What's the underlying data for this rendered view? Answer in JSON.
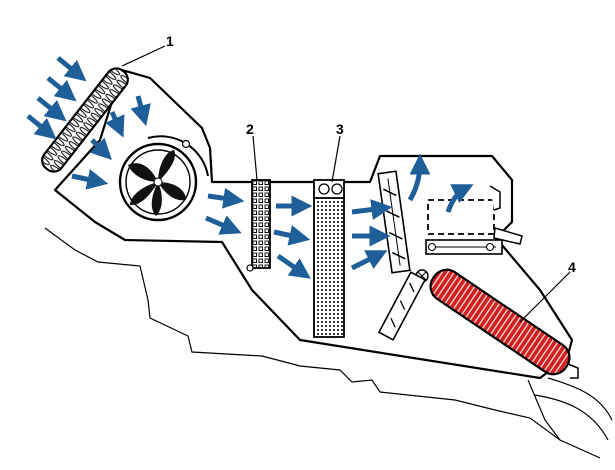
{
  "diagram": {
    "callouts": [
      {
        "id": "fresh-air-filter",
        "label": "1"
      },
      {
        "id": "evaporator",
        "label": "2"
      },
      {
        "id": "heater-core",
        "label": "3"
      },
      {
        "id": "heating-element",
        "label": "4"
      }
    ],
    "colors": {
      "airflow_arrow": "#1f5f99",
      "heating_element": "#d12020",
      "outline": "#000000",
      "background": "#ffffff"
    }
  }
}
